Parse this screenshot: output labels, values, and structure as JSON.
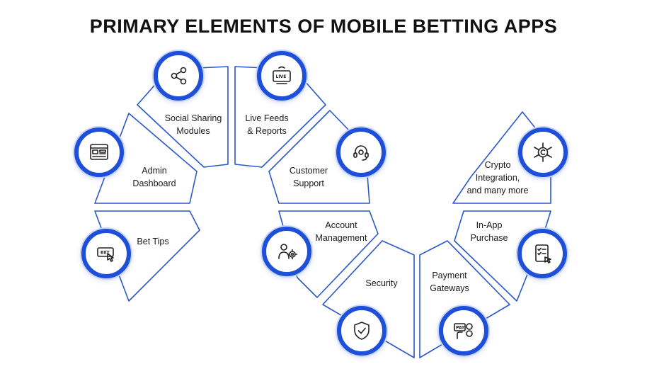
{
  "title": "PRIMARY ELEMENTS OF MOBILE BETTING APPS",
  "accent_color": "#1e4fd8",
  "segments": [
    {
      "label": "Bet Tips",
      "icon": "bet-ticket-icon",
      "icon_text": "BET"
    },
    {
      "label": "Admin\nDashboard",
      "icon": "dashboard-window-icon"
    },
    {
      "label": "Social Sharing\nModules",
      "icon": "social-network-icon"
    },
    {
      "label": "Live Feeds\n& Reports",
      "icon": "live-tv-icon",
      "icon_text": "LIVE"
    },
    {
      "label": "Customer\nSupport",
      "icon": "headset-support-icon"
    },
    {
      "label": "Account\nManagement",
      "icon": "account-gear-icon"
    },
    {
      "label": "Security",
      "icon": "shield-check-icon"
    },
    {
      "label": "Payment\nGateways",
      "icon": "payment-coins-icon",
      "icon_text": "PAY"
    },
    {
      "label": "In-App\nPurchase",
      "icon": "purchase-checklist-icon"
    },
    {
      "label": "Crypto\nIntegration,\nand many more",
      "icon": "crypto-network-icon"
    }
  ]
}
